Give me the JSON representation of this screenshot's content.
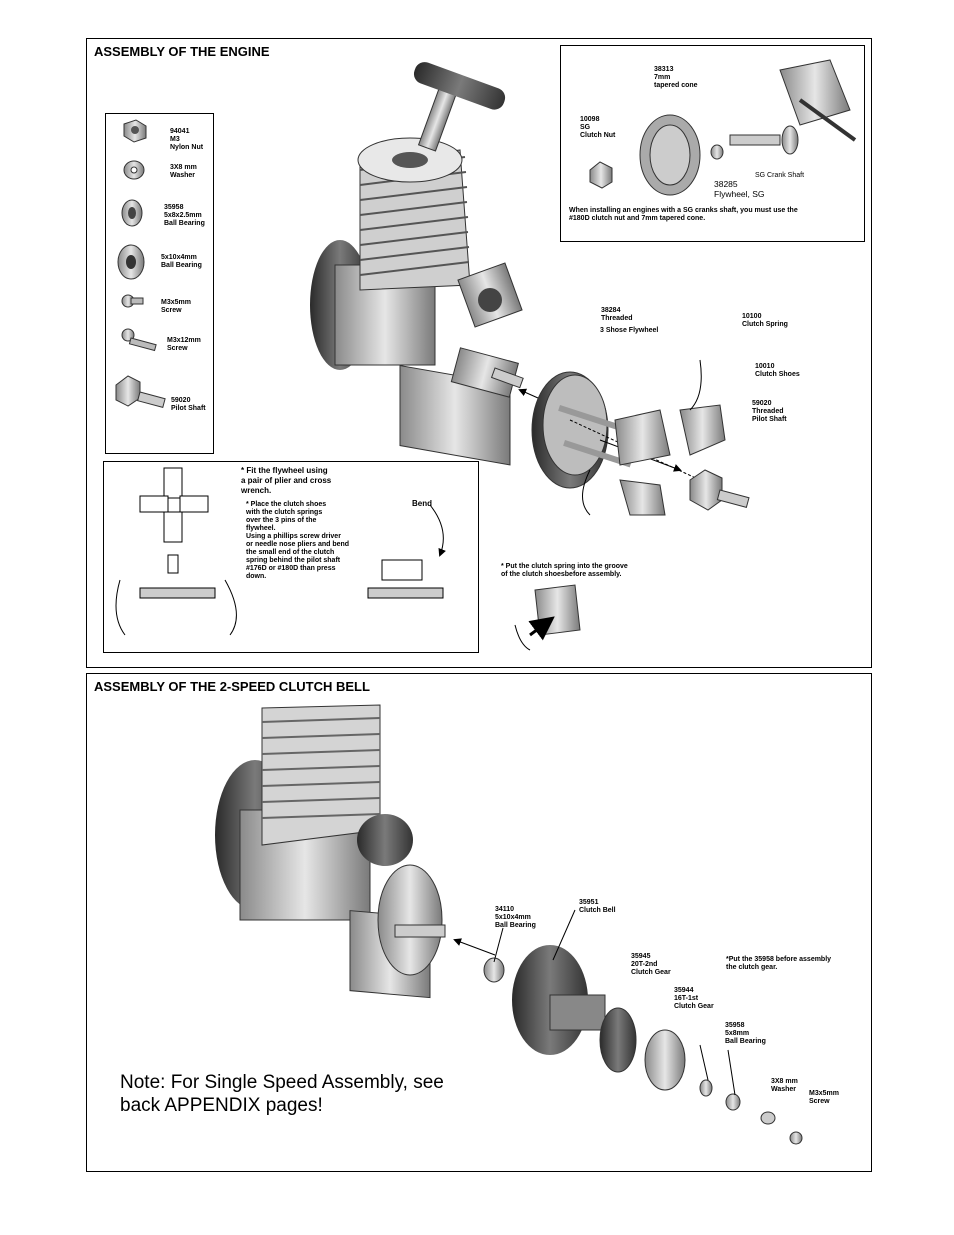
{
  "sections": {
    "engine_title": "ASSEMBLY OF THE ENGINE",
    "clutch_title": "ASSEMBLY OF THE 2-SPEED CLUTCH BELL"
  },
  "parts_list": [
    {
      "label": "94041\nM3\nNylon Nut"
    },
    {
      "label": "3X8 mm\nWasher"
    },
    {
      "label": "35958\n5x8x2.5mm\nBall Bearing"
    },
    {
      "label": "5x10x4mm\nBall Bearing"
    },
    {
      "label": "M3x5mm\nScrew"
    },
    {
      "label": "M3x12mm\nScrew"
    },
    {
      "label": "59020\nPilot Shaft"
    }
  ],
  "sg_inset": {
    "cone": "38313\n7mm\n  tapered cone",
    "nut": "10098\nSG\nClutch Nut",
    "flywheel": "38285\nFlywheel, SG",
    "crank": "SG Crank Shaft",
    "note": "When installing an engines with a SG cranks shaft, you must use the\n#180D clutch nut and 7mm tapered cone."
  },
  "engine_labels": {
    "flywheel": "38284\nThreaded",
    "flywheel2": "3 Shose Flywheel",
    "spring": "10100\nClutch Spring",
    "shoes": "10010\nClutch Shoes",
    "pilot": "59020\nThreaded\nPilot Shaft",
    "groove_note": "* Put the clutch spring into the groove\n  of the clutch shoesbefore assembly."
  },
  "instructions": {
    "fit": "* Fit the flywheel using\n   a pair of plier and cross\n   wrench.",
    "place": "* Place the clutch shoes\n  with the clutch springs\n  over the 3 pins of the\n  flywheel.\nUsing a phillips screw driver\nor needle nose pliers and bend\nthe small end of the clutch\nspring behind the pilot shaft\n#176D or #180D than press\ndown.",
    "bend": "Bend"
  },
  "clutch_labels": {
    "bearing": "34110\n5x10x4mm\nBall Bearing",
    "bell": "35951\nClutch Bell",
    "gear2": "35945\n20T-2nd\nClutch Gear",
    "put_note": "*Put the 35958 before assembly\n the clutch gear.",
    "gear1": "35944\n16T-1st\nClutch Gear",
    "bearing2": "35958\n5x8mm\nBall Bearing",
    "washer": "3X8 mm\nWasher",
    "screw": "M3x5mm\nScrew"
  },
  "note": "Note:  For Single Speed Assembly, see\nback APPENDIX pages!"
}
